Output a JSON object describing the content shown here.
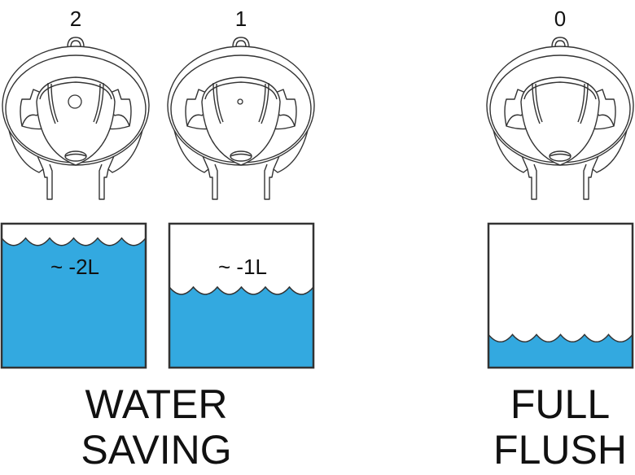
{
  "colors": {
    "water": "#33a9e0",
    "outline": "#333333"
  },
  "positions": [
    {
      "number": "2",
      "hole": "large",
      "water_fill_fraction": 0.9,
      "volume_label": "~ -2L",
      "volume_label_on_water": true
    },
    {
      "number": "1",
      "hole": "small",
      "water_fill_fraction": 0.56,
      "volume_label": "~ -1L",
      "volume_label_on_water": false
    },
    {
      "number": "0",
      "hole": "none",
      "water_fill_fraction": 0.23,
      "volume_label": "",
      "volume_label_on_water": false
    }
  ],
  "groups": [
    {
      "line1": "WATER",
      "line2": "SAVING"
    },
    {
      "line1": "FULL",
      "line2": "FLUSH"
    }
  ]
}
